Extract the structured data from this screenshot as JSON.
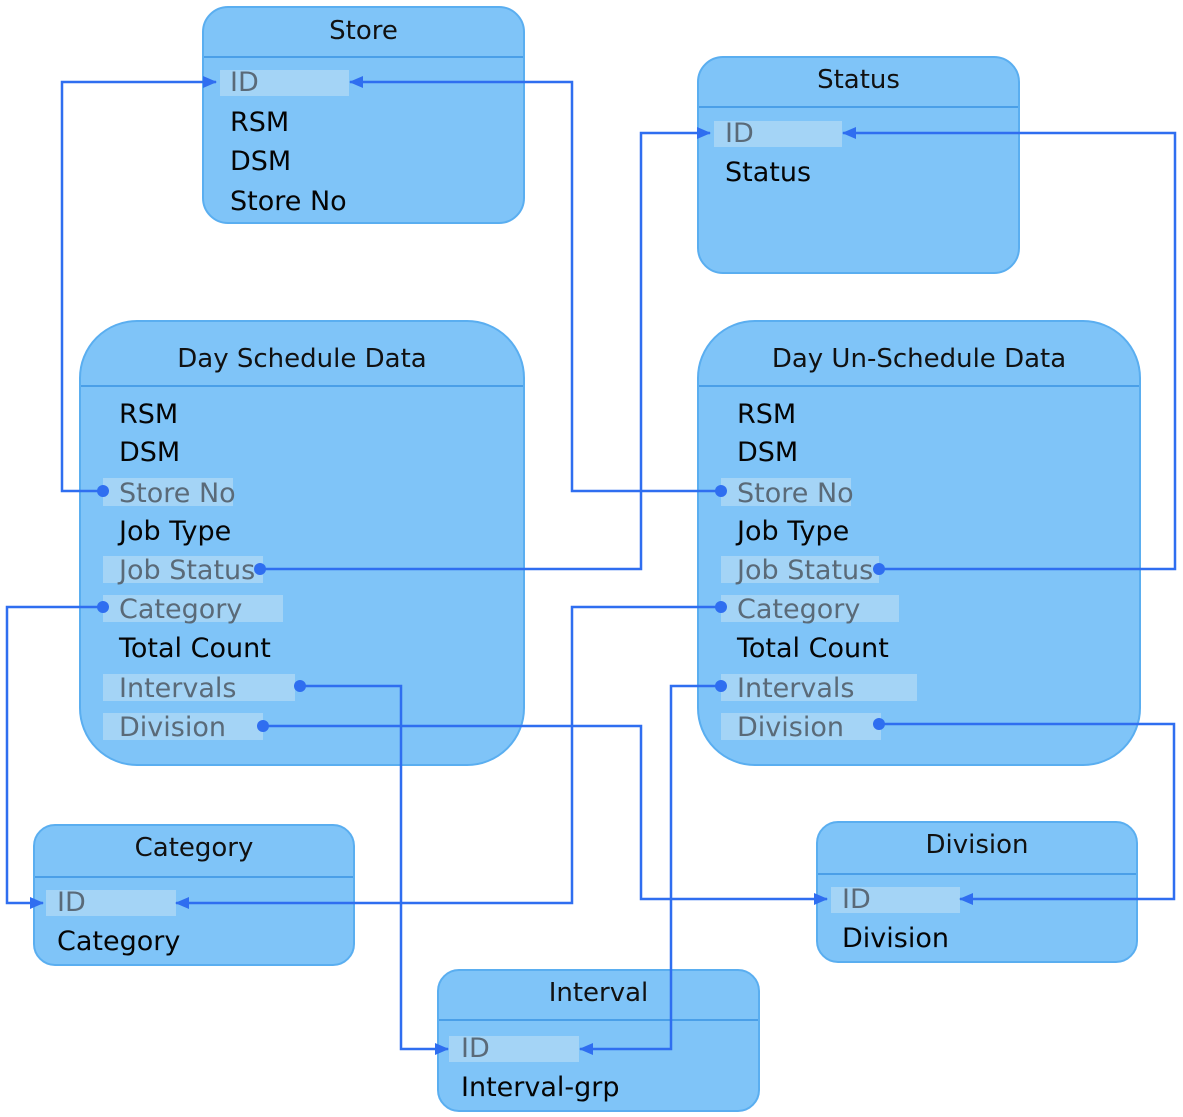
{
  "colors": {
    "table_fill": "#7fc4f8",
    "table_border": "#5aaef0",
    "key_highlight": "#a4d4f6",
    "connector": "#2f6ef0",
    "key_text": "#5a6a78"
  },
  "tables": {
    "store": {
      "title": "Store",
      "fields": [
        "ID",
        "RSM",
        "DSM",
        "Store No"
      ]
    },
    "status": {
      "title": "Status",
      "fields": [
        "ID",
        "Status"
      ]
    },
    "day_schedule": {
      "title": "Day Schedule Data",
      "fields": [
        "RSM",
        "DSM",
        "Store No",
        "Job Type",
        "Job Status",
        "Category",
        "Total Count",
        "Intervals",
        "Division"
      ]
    },
    "day_unschedule": {
      "title": "Day Un-Schedule Data",
      "fields": [
        "RSM",
        "DSM",
        "Store No",
        "Job Type",
        "Job Status",
        "Category",
        "Total Count",
        "Intervals",
        "Division"
      ]
    },
    "category": {
      "title": "Category",
      "fields": [
        "ID",
        "Category"
      ]
    },
    "division": {
      "title": "Division",
      "fields": [
        "ID",
        "Division"
      ]
    },
    "interval": {
      "title": "Interval",
      "fields": [
        "ID",
        "Interval-grp"
      ]
    }
  },
  "relationships": [
    {
      "from": "Day Schedule Data.Store No",
      "to": "Store.ID"
    },
    {
      "from": "Day Un-Schedule Data.Store No",
      "to": "Store.ID"
    },
    {
      "from": "Day Schedule Data.Job Status",
      "to": "Status.ID"
    },
    {
      "from": "Day Un-Schedule Data.Job Status",
      "to": "Status.ID"
    },
    {
      "from": "Day Schedule Data.Category",
      "to": "Category.ID"
    },
    {
      "from": "Day Un-Schedule Data.Category",
      "to": "Category.ID"
    },
    {
      "from": "Day Schedule Data.Intervals",
      "to": "Interval.ID"
    },
    {
      "from": "Day Un-Schedule Data.Intervals",
      "to": "Interval.ID"
    },
    {
      "from": "Day Schedule Data.Division",
      "to": "Division.ID"
    },
    {
      "from": "Day Un-Schedule Data.Division",
      "to": "Division.ID"
    }
  ]
}
